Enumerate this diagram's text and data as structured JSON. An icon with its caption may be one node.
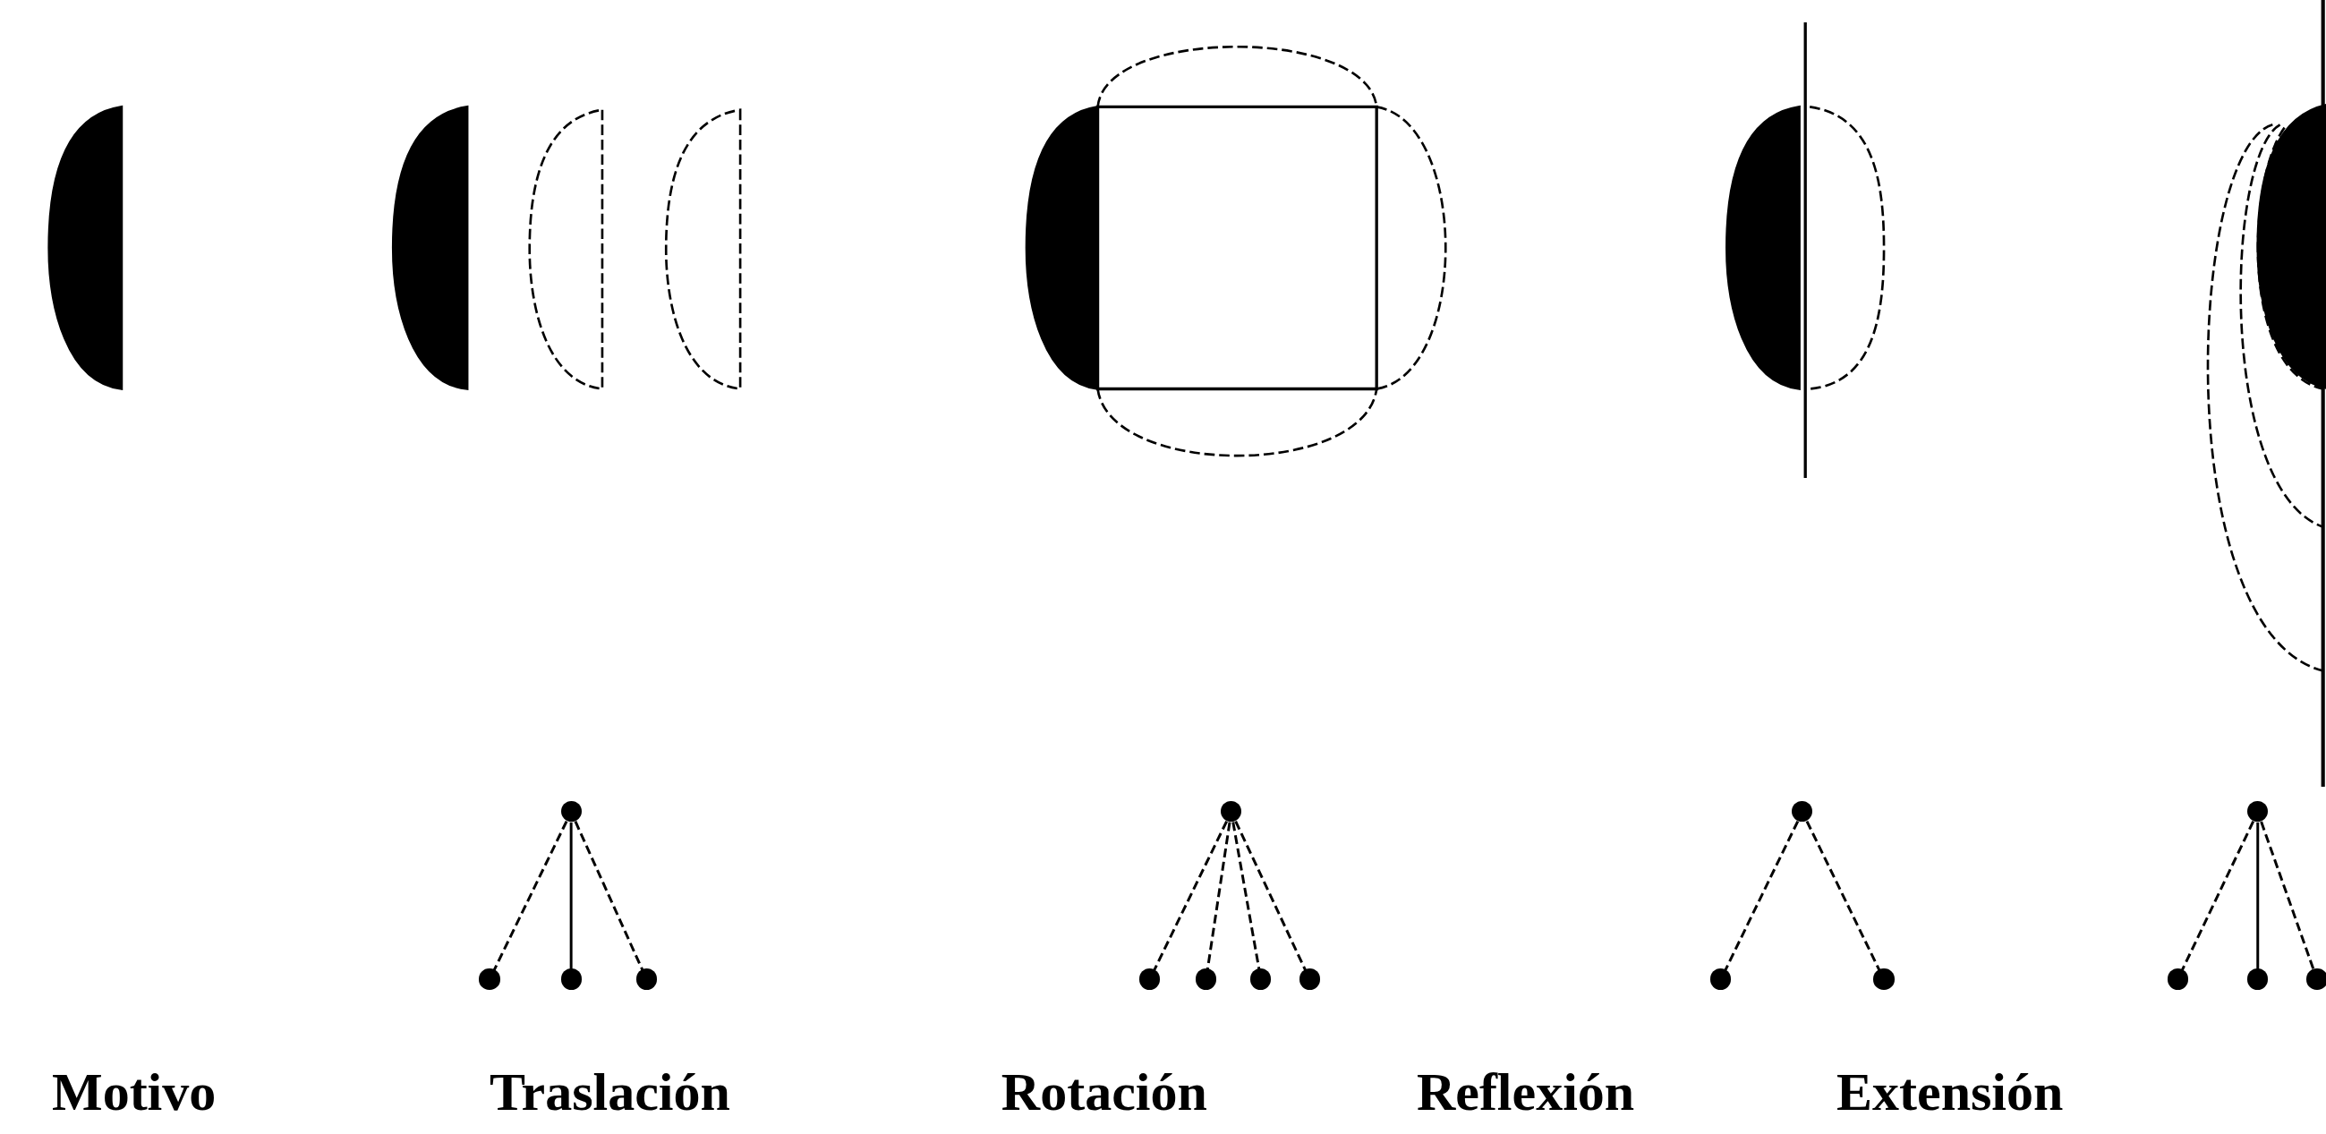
{
  "diagram": {
    "nodes": [
      {
        "text": [],
        "shape": "circle"
      },
      {
        "text": [],
        "shape": "circle"
      },
      {
        "text": [],
        "shape": "circle"
      },
      {
        "text": [],
        "shape": "circle"
      },
      {
        "text": [],
        "shape": "circle"
      },
      {
        "text": [],
        "shape": "circle"
      },
      {
        "text": [],
        "shape": "circle"
      },
      {
        "text": [],
        "shape": "circle"
      },
      {
        "text": [],
        "shape": "circle"
      },
      {
        "text": [],
        "shape": "circle"
      },
      {
        "text": [],
        "shape": "circle"
      },
      {
        "text": [],
        "shape": "circle"
      },
      {
        "text": [],
        "shape": "circle"
      },
      {
        "text": [],
        "shape": "circle"
      },
      {
        "text": [],
        "shape": "circle"
      },
      {
        "text": [],
        "shape": "circle"
      }
    ],
    "edges": [
      {
        "from": 0,
        "to": 1,
        "arrow": "none",
        "style": "dashed"
      },
      {
        "from": 0,
        "to": 2,
        "arrow": "none"
      },
      {
        "from": 0,
        "to": 3,
        "arrow": "none",
        "style": "dashed"
      },
      {
        "from": 4,
        "to": 5,
        "arrow": "none",
        "style": "dashed"
      },
      {
        "from": 4,
        "to": 6,
        "arrow": "none",
        "style": "dashed"
      },
      {
        "from": 4,
        "to": 7,
        "arrow": "none",
        "style": "dashed"
      },
      {
        "from": 4,
        "to": 8,
        "arrow": "none",
        "style": "dashed"
      },
      {
        "from": 9,
        "to": 10,
        "arrow": "none",
        "style": "dashed"
      },
      {
        "from": 9,
        "to": 11,
        "arrow": "none",
        "style": "dashed"
      },
      {
        "from": 12,
        "to": 13,
        "arrow": "none",
        "style": "dashed"
      },
      {
        "from": 12,
        "to": 14,
        "arrow": "none"
      },
      {
        "from": 12,
        "to": 15,
        "arrow": "none",
        "style": "dashed"
      }
    ],
    "labels": [
      "Motivo",
      "Traslación",
      "Rotación",
      "Reflexión",
      "Extensión"
    ]
  }
}
